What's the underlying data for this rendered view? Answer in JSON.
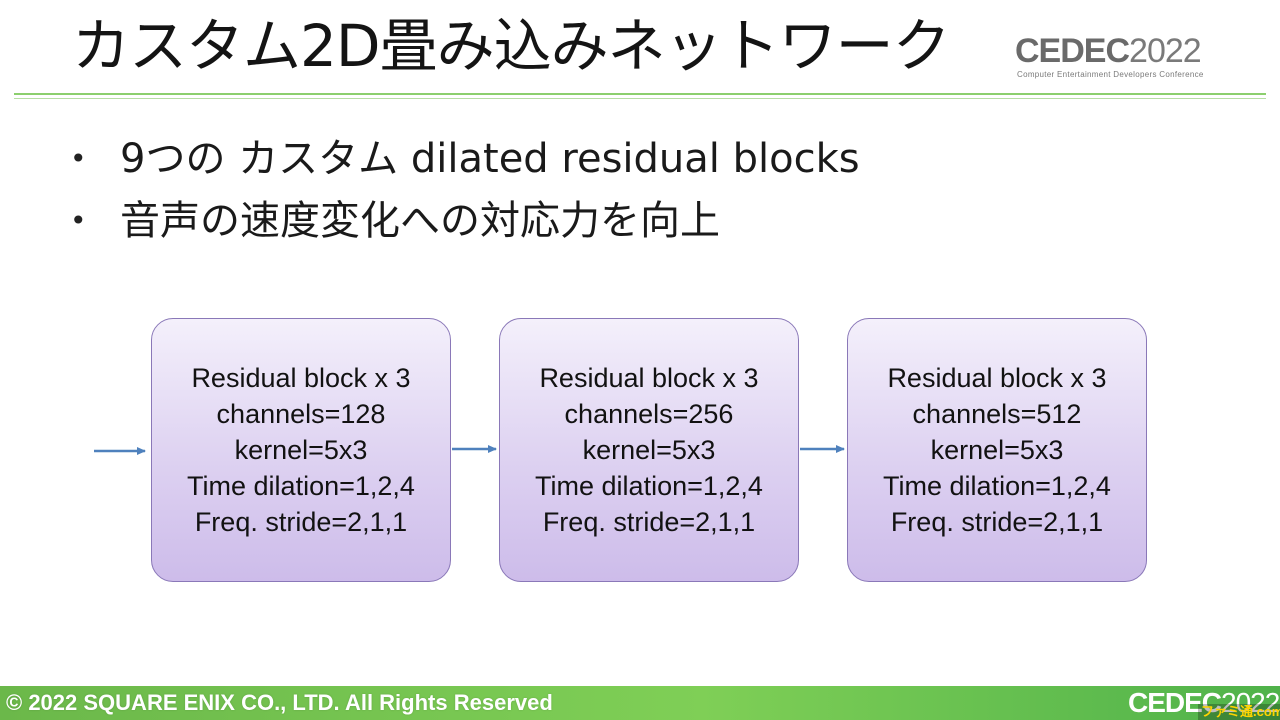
{
  "slide": {
    "title": "カスタム2D畳み込みネットワーク",
    "bullets": [
      "9つの カスタム dilated residual blocks",
      "音声の速度変化への対応力を向上"
    ]
  },
  "logo": {
    "text": "CEDEC",
    "year": "2022",
    "subtitle": "Computer Entertainment Developers Conference"
  },
  "blocks": [
    {
      "lines": [
        "Residual block x 3",
        "channels=128",
        "kernel=5x3",
        "Time dilation=1,2,4",
        "Freq. stride=2,1,1"
      ]
    },
    {
      "lines": [
        "Residual block x 3",
        "channels=256",
        "kernel=5x3",
        "Time dilation=1,2,4",
        "Freq. stride=2,1,1"
      ]
    },
    {
      "lines": [
        "Residual block x 3",
        "channels=512",
        "kernel=5x3",
        "Time dilation=1,2,4",
        "Freq. stride=2,1,1"
      ]
    }
  ],
  "colors": {
    "block_border": "#8a78b8",
    "block_fill": "#ddd1f1",
    "arrow": "#4f81bd",
    "accent_green": "#7fcf56"
  },
  "footer": {
    "copyright": "© 2022 SQUARE ENIX CO., LTD. All Rights Reserved",
    "logo_text": "CEDEC",
    "logo_year": "2022"
  },
  "watermark": "ファミ通.com"
}
